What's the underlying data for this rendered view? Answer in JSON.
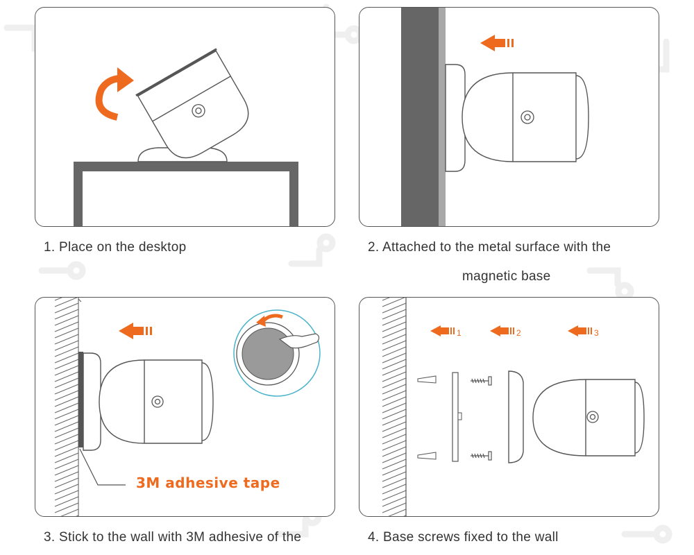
{
  "colors": {
    "accent": "#ee6a1f",
    "outline": "#555555",
    "wall": "#666666",
    "pad": "#9a9a9a",
    "badge_ring": "#4ab3c9"
  },
  "icons": [
    "curved-arrow-icon",
    "direction-arrow-icon",
    "rotate-arrow-icon"
  ],
  "steps": [
    {
      "caption": "1. Place on the desktop"
    },
    {
      "caption_line1": "2. Attached to the metal surface with the",
      "caption_line2": "magnetic base"
    },
    {
      "caption": "3.  Stick to the wall with 3M adhesive of the",
      "tape_label": "3M adhesive tape"
    },
    {
      "caption": "4. Base screws fixed to the wall",
      "arrow_numbers": [
        "1",
        "2",
        "3"
      ]
    }
  ]
}
